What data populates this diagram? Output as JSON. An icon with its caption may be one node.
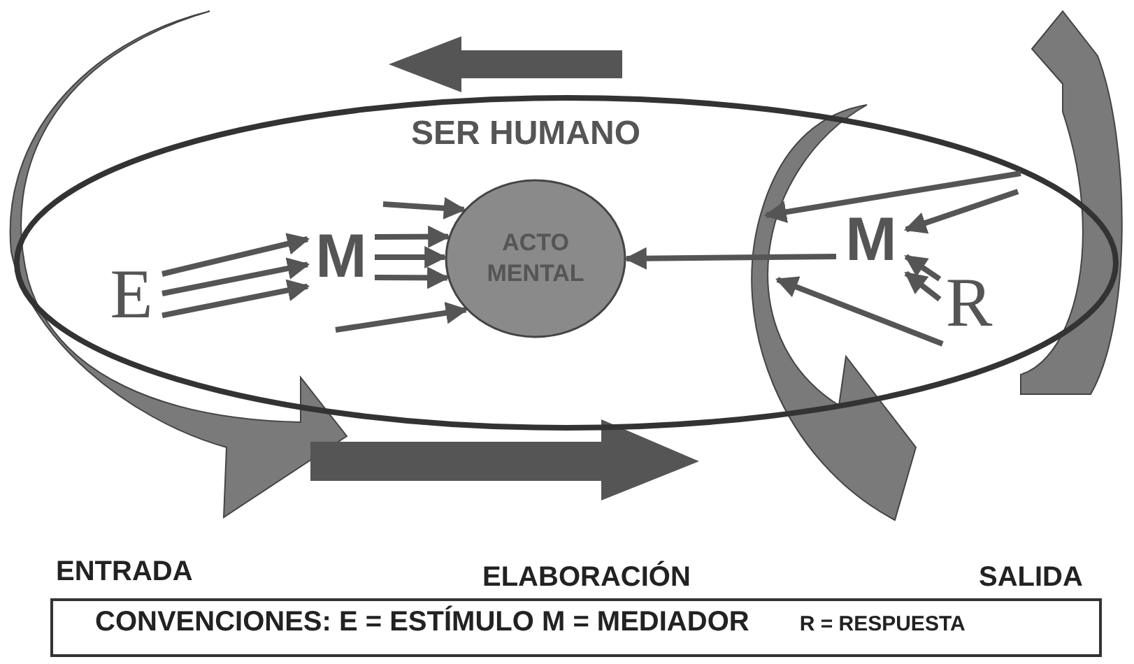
{
  "diagram": {
    "nodes": [
      {
        "text": [
          "SER HUMANO"
        ]
      },
      {
        "text": [
          "E"
        ],
        "in": 0
      },
      {
        "text": [
          "M"
        ],
        "in": 0
      },
      {
        "text": [
          "ACTO MENTAL"
        ],
        "in": 0
      },
      {
        "text": [
          "M"
        ],
        "in": 0
      },
      {
        "text": [
          "R"
        ],
        "in": 0
      },
      {
        "text": [
          "CONVENCIONES: E = ESTÍMULO M = MEDIADOR",
          "R = RESPUESTA"
        ]
      }
    ],
    "edges": [
      {
        "from": 1,
        "to": 2,
        "arrow": "to"
      },
      {
        "from": 1,
        "to": 2,
        "arrow": "to"
      },
      {
        "from": 1,
        "to": 2,
        "arrow": "to"
      },
      {
        "from": 2,
        "to": 3,
        "arrow": "to"
      },
      {
        "from": 2,
        "to": 3,
        "arrow": "to"
      },
      {
        "from": 2,
        "to": 3,
        "arrow": "to"
      },
      {
        "from": null,
        "to": 3,
        "arrow": "to"
      },
      {
        "from": null,
        "to": 3,
        "arrow": "to"
      },
      {
        "from": 4,
        "to": 3,
        "arrow": "to"
      },
      {
        "from": null,
        "to": 4,
        "arrow": "to"
      },
      {
        "from": 5,
        "to": 4,
        "arrow": "to"
      },
      {
        "from": 5,
        "to": 4,
        "arrow": "to"
      },
      {
        "from": 5,
        "to": null,
        "arrow": "to"
      }
    ],
    "labels": [
      "ENTRADA",
      "ELABORACIÓN",
      "SALIDA"
    ]
  }
}
